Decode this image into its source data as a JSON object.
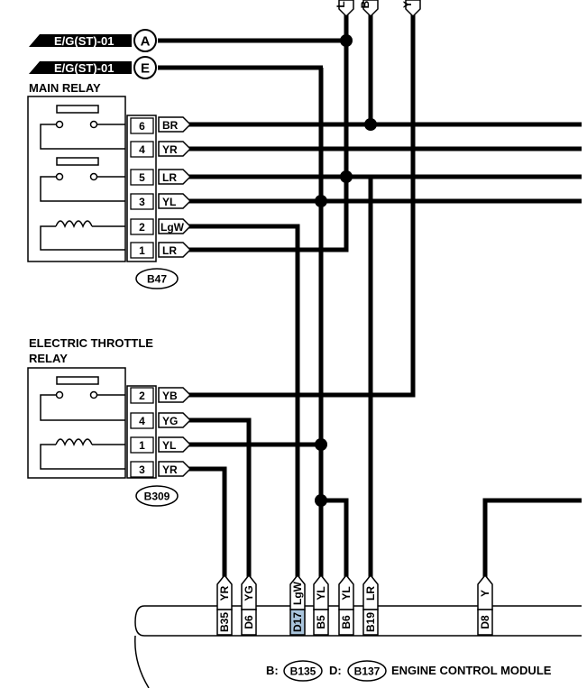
{
  "connectors_to": [
    {
      "letter": "A",
      "label": "E/G(ST)-01"
    },
    {
      "letter": "E",
      "label": "E/G(ST)-01"
    }
  ],
  "top_wires": [
    "L",
    "B",
    "Y"
  ],
  "main_relay": {
    "title": "MAIN RELAY",
    "connector": "B47",
    "pins": [
      {
        "pin": "6",
        "wire": "BR"
      },
      {
        "pin": "4",
        "wire": "YR"
      },
      {
        "pin": "5",
        "wire": "LR"
      },
      {
        "pin": "3",
        "wire": "YL"
      },
      {
        "pin": "2",
        "wire": "LgW"
      },
      {
        "pin": "1",
        "wire": "LR"
      }
    ]
  },
  "throttle_relay": {
    "title_line1": "ELECTRIC THROTTLE",
    "title_line2": "RELAY",
    "connector": "B309",
    "pins": [
      {
        "pin": "2",
        "wire": "YB"
      },
      {
        "pin": "4",
        "wire": "YG"
      },
      {
        "pin": "1",
        "wire": "YL"
      },
      {
        "pin": "3",
        "wire": "YR"
      }
    ]
  },
  "ecm": {
    "terminals": [
      {
        "wire": "YR",
        "pin": "B35"
      },
      {
        "wire": "YG",
        "pin": "D6"
      },
      {
        "wire": "LgW",
        "pin": "D17",
        "highlight": true
      },
      {
        "wire": "YL",
        "pin": "B5"
      },
      {
        "wire": "YL",
        "pin": "B6"
      },
      {
        "wire": "LR",
        "pin": "B19"
      },
      {
        "wire": "Y",
        "pin": "D8"
      }
    ],
    "legend_b_prefix": "B:",
    "legend_b_conn": "B135",
    "legend_d_prefix": "D:",
    "legend_d_conn": "B137",
    "name": "ENGINE CONTROL MODULE"
  },
  "colors": {
    "wire": "#000000",
    "highlight": "#a9c4dc"
  }
}
